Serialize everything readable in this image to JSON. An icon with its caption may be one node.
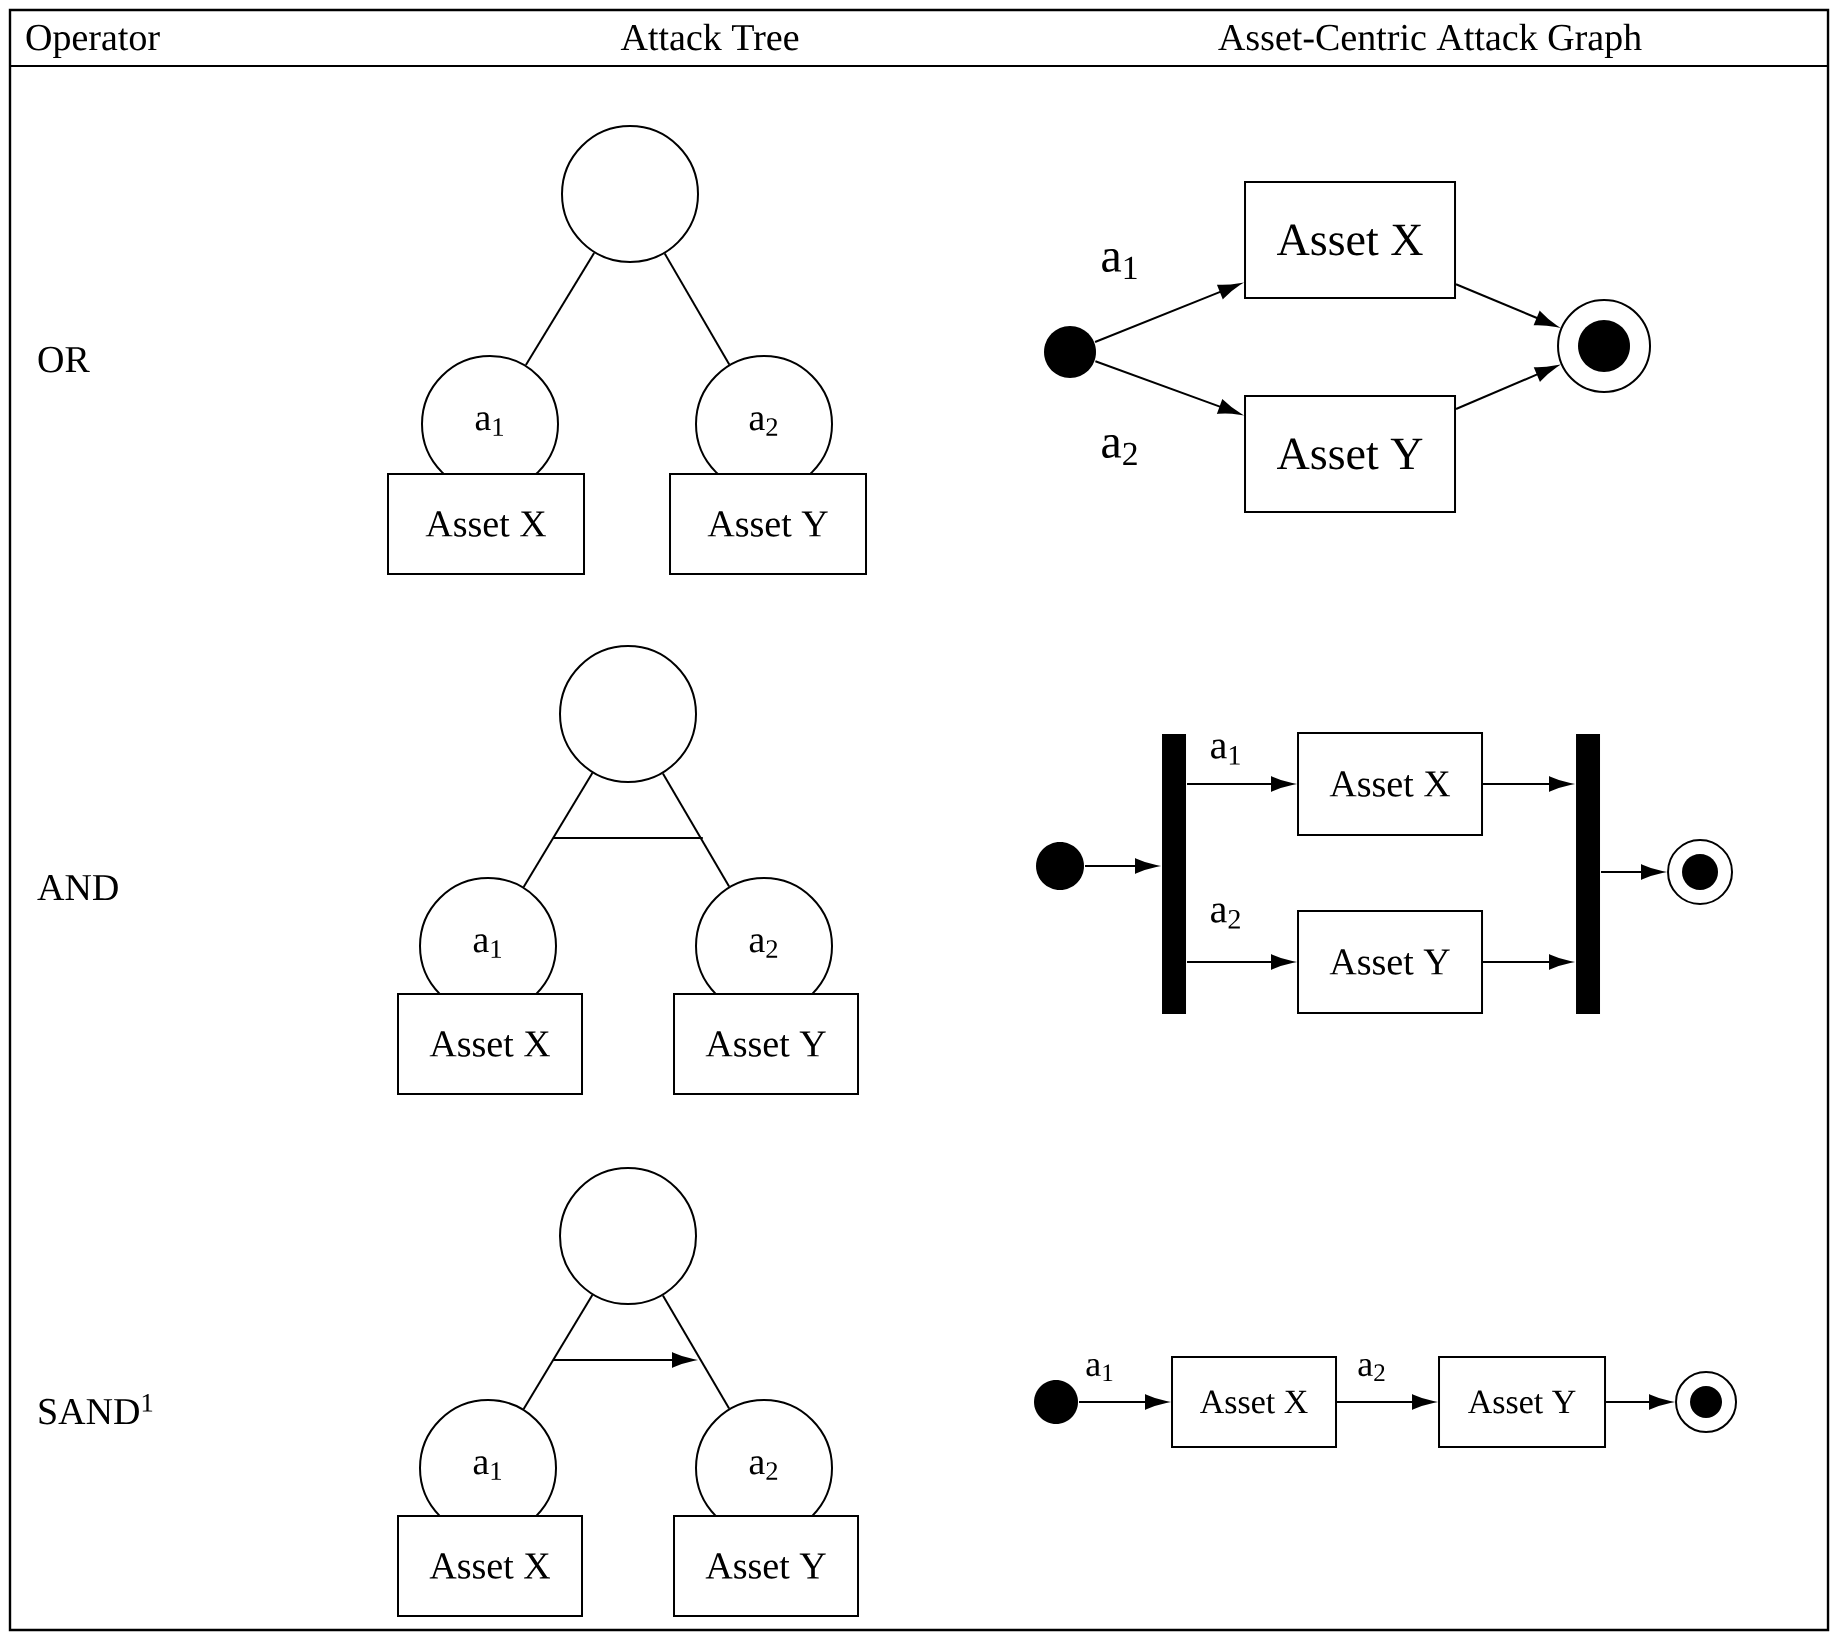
{
  "diagram": {
    "nodes": [
      {
        "text": [],
        "shape": "circle"
      },
      {
        "text": [
          "a$_{1}$"
        ]
      },
      {
        "text": [
          "Asset X"
        ]
      },
      {
        "text": [
          "a$_{2}$"
        ]
      },
      {
        "text": [
          "Asset Y"
        ]
      },
      {
        "text": [],
        "shape": "circle"
      },
      {
        "text": [
          "Asset X"
        ]
      },
      {
        "text": [
          "Asset Y"
        ]
      },
      {
        "text": [],
        "shape": "circle"
      },
      {
        "text": [],
        "shape": "circle"
      },
      {
        "text": [
          "a$_{1}$"
        ]
      },
      {
        "text": [
          "Asset X"
        ]
      },
      {
        "text": [
          "a$_{2}$"
        ]
      },
      {
        "text": [
          "Asset Y"
        ]
      },
      {
        "text": [],
        "shape": "circle"
      },
      {
        "text": [],
        "shape": "bar"
      },
      {
        "text": [
          "Asset X"
        ]
      },
      {
        "text": [
          "Asset Y"
        ]
      },
      {
        "text": [],
        "shape": "bar"
      },
      {
        "text": [],
        "shape": "circle"
      },
      {
        "text": [],
        "shape": "circle"
      },
      {
        "text": [
          "a$_{1}$"
        ]
      },
      {
        "text": [
          "Asset X"
        ]
      },
      {
        "text": [
          "a$_{2}$"
        ]
      },
      {
        "text": [
          "Asset Y"
        ]
      },
      {
        "text": [],
        "shape": "circle"
      },
      {
        "text": [
          "Asset X"
        ]
      },
      {
        "text": [
          "Asset Y"
        ]
      },
      {
        "text": [],
        "shape": "circle"
      }
    ],
    "edges": [
      {
        "from": 0,
        "to": 1,
        "arrow": "none"
      },
      {
        "from": 0,
        "to": 3,
        "arrow": "none"
      },
      {
        "from": 5,
        "to": 6,
        "arrow": "to",
        "label": "a$_{1}$"
      },
      {
        "from": 5,
        "to": 7,
        "arrow": "to",
        "label": "a$_{2}$"
      },
      {
        "from": 6,
        "to": 8,
        "arrow": "to"
      },
      {
        "from": 7,
        "to": 8,
        "arrow": "to"
      },
      {
        "from": 9,
        "to": 10,
        "arrow": "none"
      },
      {
        "from": 9,
        "to": 12,
        "arrow": "none"
      },
      {
        "from": 14,
        "to": 15,
        "arrow": "to"
      },
      {
        "from": 15,
        "to": 16,
        "arrow": "to",
        "label": "a$_{1}$"
      },
      {
        "from": 15,
        "to": 17,
        "arrow": "to",
        "label": "a$_{2}$"
      },
      {
        "from": 16,
        "to": 18,
        "arrow": "to"
      },
      {
        "from": 17,
        "to": 18,
        "arrow": "to"
      },
      {
        "from": 18,
        "to": 19,
        "arrow": "to"
      },
      {
        "from": 20,
        "to": 21,
        "arrow": "none"
      },
      {
        "from": 20,
        "to": 23,
        "arrow": "none"
      },
      {
        "from": 25,
        "to": 26,
        "arrow": "to",
        "label": "a$_{1}$"
      },
      {
        "from": 26,
        "to": 27,
        "arrow": "to",
        "label": "a$_{2}$"
      },
      {
        "from": 27,
        "to": 28,
        "arrow": "to"
      }
    ],
    "labels": [
      "Operator",
      "Attack Tree",
      "Asset-Centric Attack Graph",
      "OR",
      "AND",
      "SAND$^{1}$"
    ]
  }
}
